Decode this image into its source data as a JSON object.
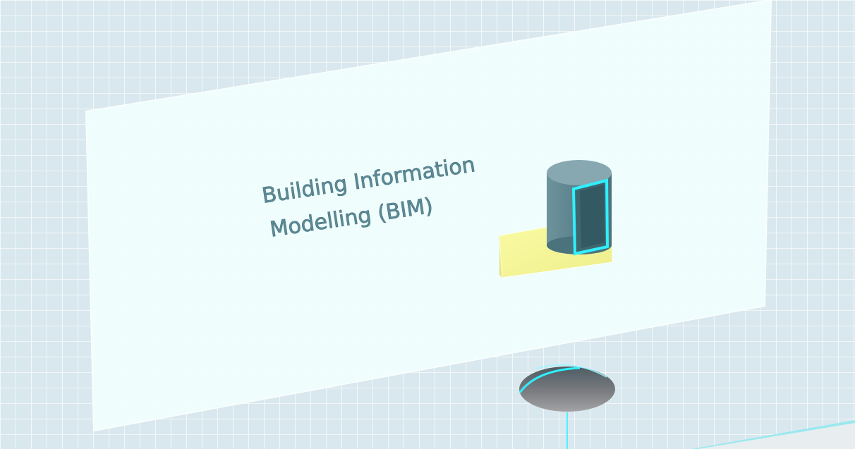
{
  "panel": {
    "title_line1": "Building Information",
    "title_line2": "Modelling (BIM)"
  },
  "colors": {
    "background_grid": "#d9e8ee",
    "grid_line": "#ffffff",
    "panel_fill": "#eefcfd",
    "highlight_cyan": "#2ff0ff",
    "cylinder_body": "#5f8690",
    "box_yellow": "#f6f58e",
    "title_text": "#4f7f8c"
  },
  "scene_objects": [
    "background-grid-wall",
    "bim-info-panel",
    "bim-model-cylinder",
    "bim-model-box",
    "selection-puck"
  ]
}
